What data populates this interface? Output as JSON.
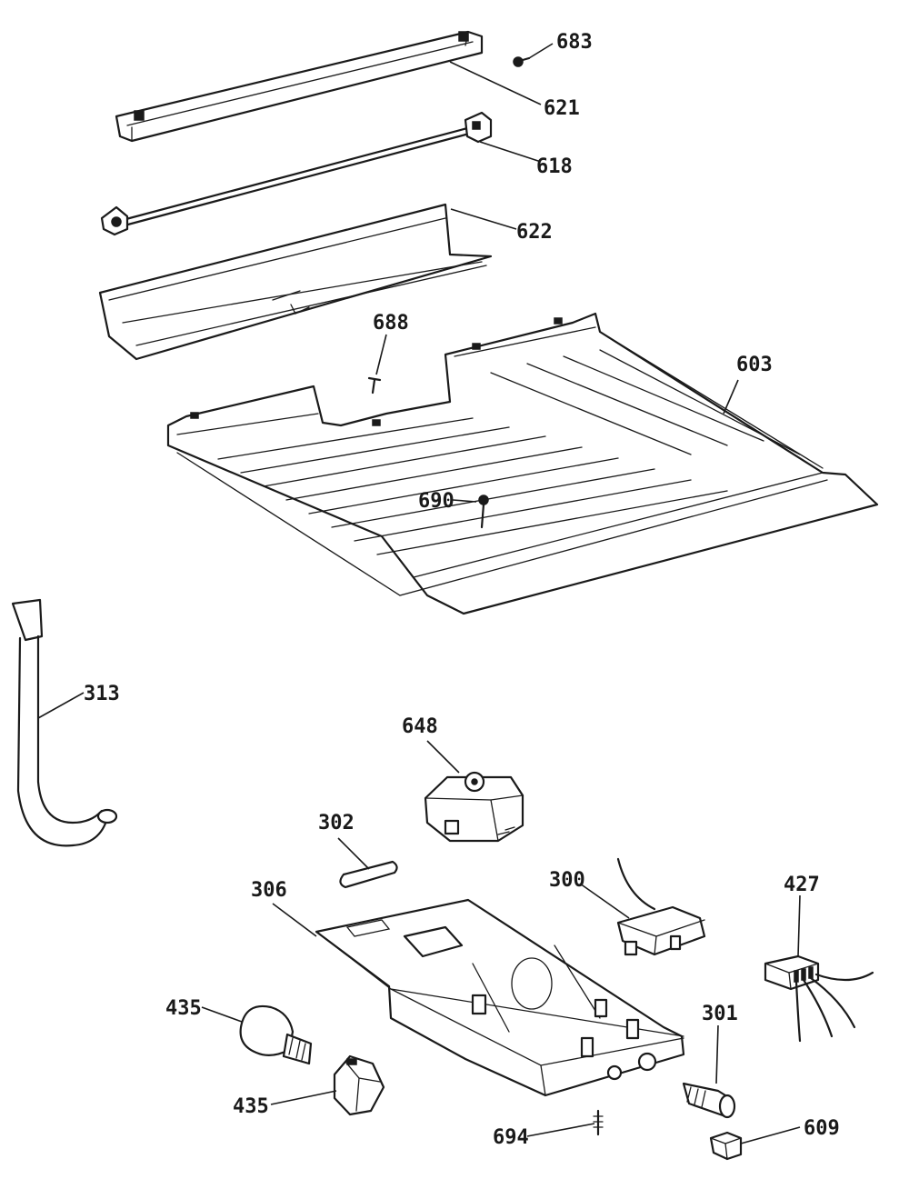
{
  "diagram": {
    "callouts": {
      "c683": "683",
      "c621": "621",
      "c618": "618",
      "c622": "622",
      "c688": "688",
      "c603": "603",
      "c690": "690",
      "c313": "313",
      "c648": "648",
      "c302": "302",
      "c306": "306",
      "c300": "300",
      "c427": "427",
      "c435a": "435",
      "c301": "301",
      "c435b": "435",
      "c694": "694",
      "c609": "609"
    },
    "colors": {
      "ink": "#1a1a1a",
      "paper": "#ffffff"
    }
  }
}
